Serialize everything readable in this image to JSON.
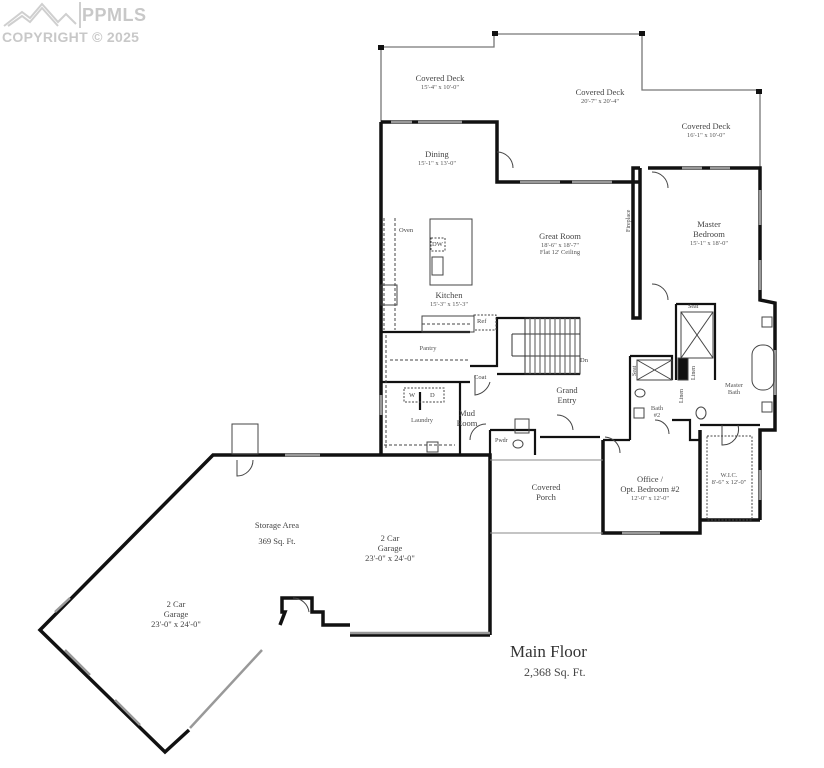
{
  "watermark": {
    "brand": "PPMLS",
    "copyright": "COPYRIGHT © 2025"
  },
  "plan": {
    "title": "Main Floor",
    "total_area": "2,368 Sq. Ft."
  },
  "rooms": {
    "deck_left": {
      "name": "Covered Deck",
      "dim": "15'-4\" x 10'-0\""
    },
    "deck_center": {
      "name": "Covered Deck",
      "dim": "20'-7\" x 20'-4\""
    },
    "deck_right": {
      "name": "Covered Deck",
      "dim": "16'-1\" x 10'-0\""
    },
    "dining": {
      "name": "Dining",
      "dim": "15'-1\" x 13'-0\""
    },
    "great_room": {
      "name": "Great Room",
      "dim": "18'-6\" x 18'-7\"",
      "note": "Flat 12' Ceiling"
    },
    "kitchen": {
      "name": "Kitchen",
      "dim": "15'-3\" x 15'-3\""
    },
    "master_bedroom": {
      "name_line1": "Master",
      "name_line2": "Bedroom",
      "dim": "15'-1\" x 18'-0\""
    },
    "master_bath": {
      "name_line1": "Master",
      "name_line2": "Bath"
    },
    "pantry": {
      "name": "Pantry"
    },
    "laundry": {
      "name": "Laundry"
    },
    "mud_room": {
      "name_line1": "Mud",
      "name_line2": "Room"
    },
    "grand_entry": {
      "name_line1": "Grand",
      "name_line2": "Entry"
    },
    "bath2": {
      "name_line1": "Bath",
      "name_line2": "#2"
    },
    "office": {
      "name_line1": "Office /",
      "name_line2": "Opt. Bedroom #2",
      "dim": "12'-0\" x 12'-0\""
    },
    "wic": {
      "name": "W.I.C.",
      "dim": "8'-6\" x 12'-0\""
    },
    "covered_porch": {
      "name_line1": "Covered",
      "name_line2": "Porch"
    },
    "storage": {
      "name": "Storage Area",
      "area": "369 Sq. Ft."
    },
    "garage_right": {
      "name_line1": "2 Car",
      "name_line2": "Garage",
      "dim": "23'-0\" x 24'-0\""
    },
    "garage_left": {
      "name_line1": "2 Car",
      "name_line2": "Garage",
      "dim": "23'-0\" x 24'-0\""
    }
  },
  "fixtures": {
    "oven": "Oven",
    "dw": "DW",
    "ref": "Ref",
    "coat": "Coat",
    "dn": "Dn",
    "washer": "W",
    "dryer": "D",
    "powder": "Pwdr",
    "fireplace": "Fireplace",
    "seat_master": "Seat",
    "seat_bath2": "Seat",
    "linen1": "Linen",
    "linen2": "Linen"
  }
}
